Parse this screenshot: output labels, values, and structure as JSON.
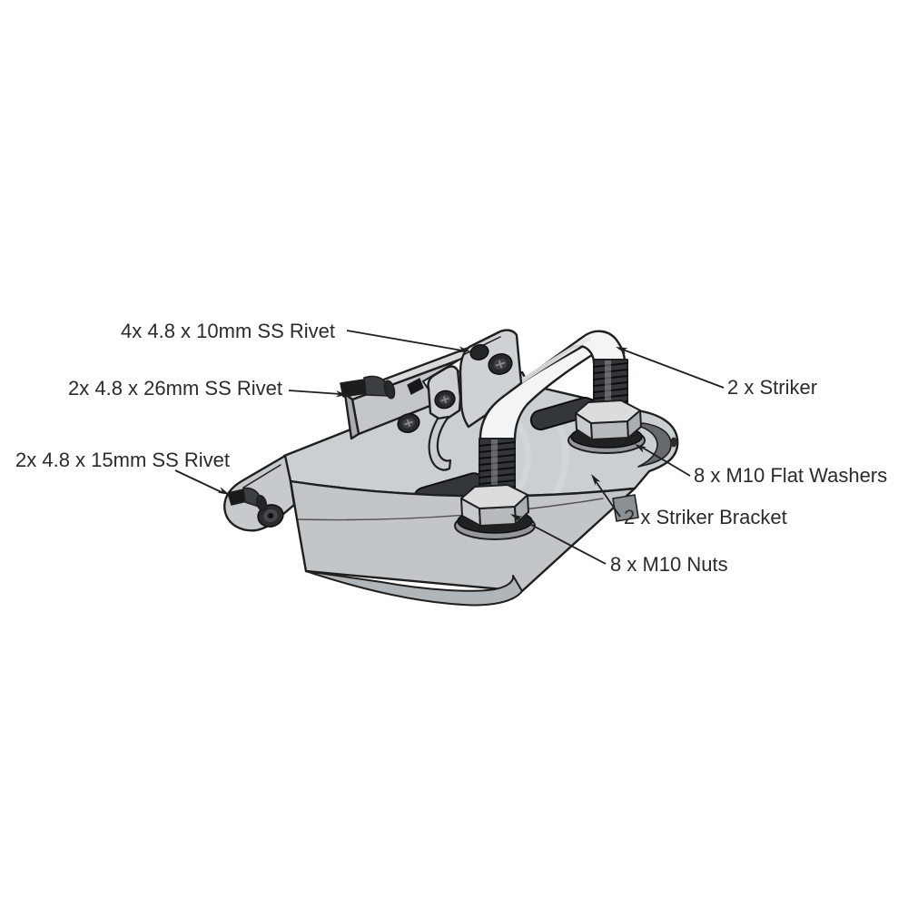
{
  "diagram": {
    "type": "exploded-parts-diagram",
    "subject": "Striker bracket assembly",
    "background_color": "#ffffff",
    "line_color": "#1f1f1f",
    "text_color": "#2b2b2b",
    "metal_color": "#cacfd2",
    "striker_color": "#f3f4f5",
    "hardware_dark_color": "#27292b",
    "callouts": [
      {
        "id": "rivet-10mm",
        "label": "4x 4.8 x 10mm SS Rivet",
        "side": "left"
      },
      {
        "id": "rivet-26mm",
        "label": "2x 4.8 x 26mm SS Rivet",
        "side": "left"
      },
      {
        "id": "rivet-15mm",
        "label": "2x 4.8 x 15mm SS Rivet",
        "side": "left"
      },
      {
        "id": "striker",
        "label": "2 x Striker",
        "side": "right"
      },
      {
        "id": "flat-washers",
        "label": "8 x M10 Flat Washers",
        "side": "right"
      },
      {
        "id": "striker-bracket",
        "label": "2 x Striker Bracket",
        "side": "right"
      },
      {
        "id": "m10-nuts",
        "label": "8 x M10 Nuts",
        "side": "right"
      }
    ]
  }
}
